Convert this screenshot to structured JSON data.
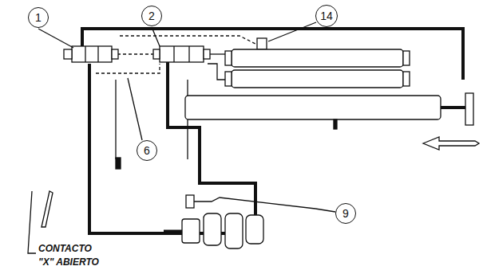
{
  "diagram": {
    "nodes": [
      {
        "text": [
          "1"
        ]
      },
      {
        "text": [
          "2"
        ]
      },
      {
        "text": [
          "14"
        ]
      },
      {
        "text": [
          "6"
        ]
      },
      {
        "text": [
          "9"
        ]
      }
    ],
    "labels": [
      "CONTACTO \"X\" ABIERTO"
    ]
  }
}
